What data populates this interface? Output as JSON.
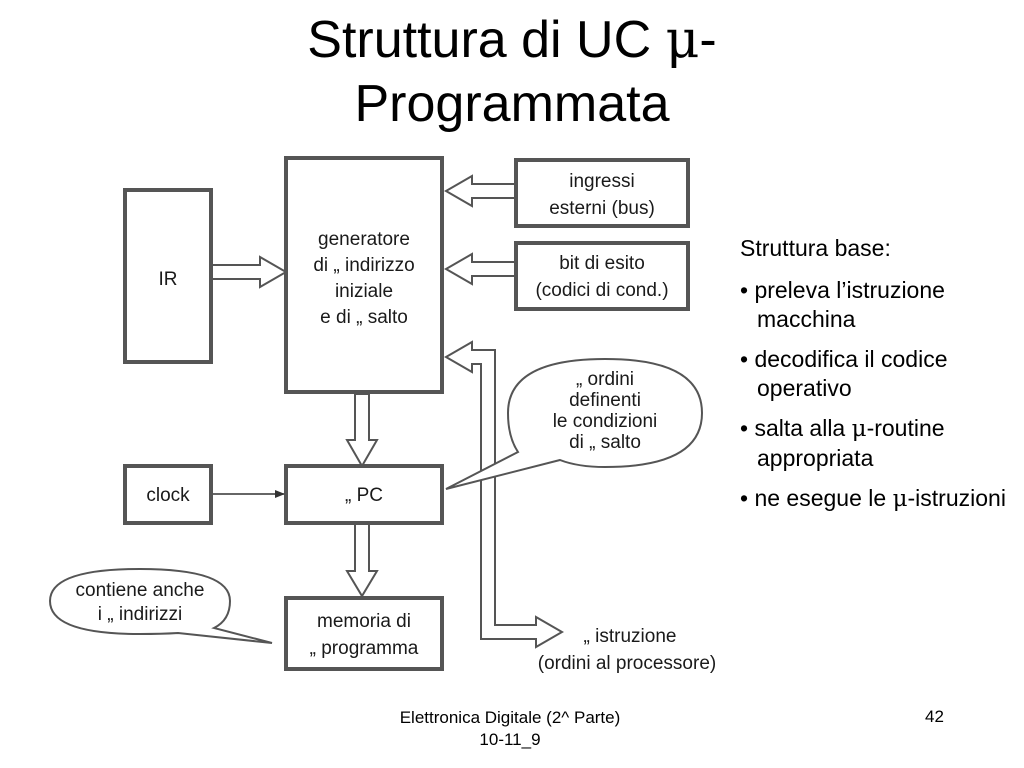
{
  "slide": {
    "title_line1_prefix": "Struttura di UC ",
    "title_mu": "μ",
    "title_line1_suffix": "-",
    "title_line2": "Programmata"
  },
  "diagram": {
    "ir": "IR",
    "generator": [
      "generatore",
      "di „ indirizzo",
      "iniziale",
      "e di „ salto"
    ],
    "external_inputs": [
      "ingressi",
      "esterni (bus)"
    ],
    "status_bits": [
      "bit di esito",
      "(codici di cond.)"
    ],
    "clock": "clock",
    "pc": "„ PC",
    "memory": [
      "memoria di",
      "„ programma"
    ],
    "jump_callout": [
      "„ ordini",
      "definenti",
      "le condizioni",
      "di „ salto"
    ],
    "address_callout": [
      "contiene anche",
      "i „ indirizzi"
    ],
    "output": [
      "„ istruzione",
      "(ordini al processore)"
    ]
  },
  "notes": {
    "heading": "Struttura base:",
    "items": [
      {
        "pre": "• preleva l’istruzione macchina",
        "mu": "",
        "post": ""
      },
      {
        "pre": "• decodifica il codice operativo",
        "mu": "",
        "post": ""
      },
      {
        "pre": "• salta alla ",
        "mu": "μ",
        "post": "-routine appropriata"
      },
      {
        "pre": "• ne esegue le ",
        "mu": "μ",
        "post": "-istruzioni"
      }
    ]
  },
  "footer": {
    "course": "Elettronica Digitale (2^ Parte)",
    "code": "10-11_9",
    "page": "42"
  }
}
